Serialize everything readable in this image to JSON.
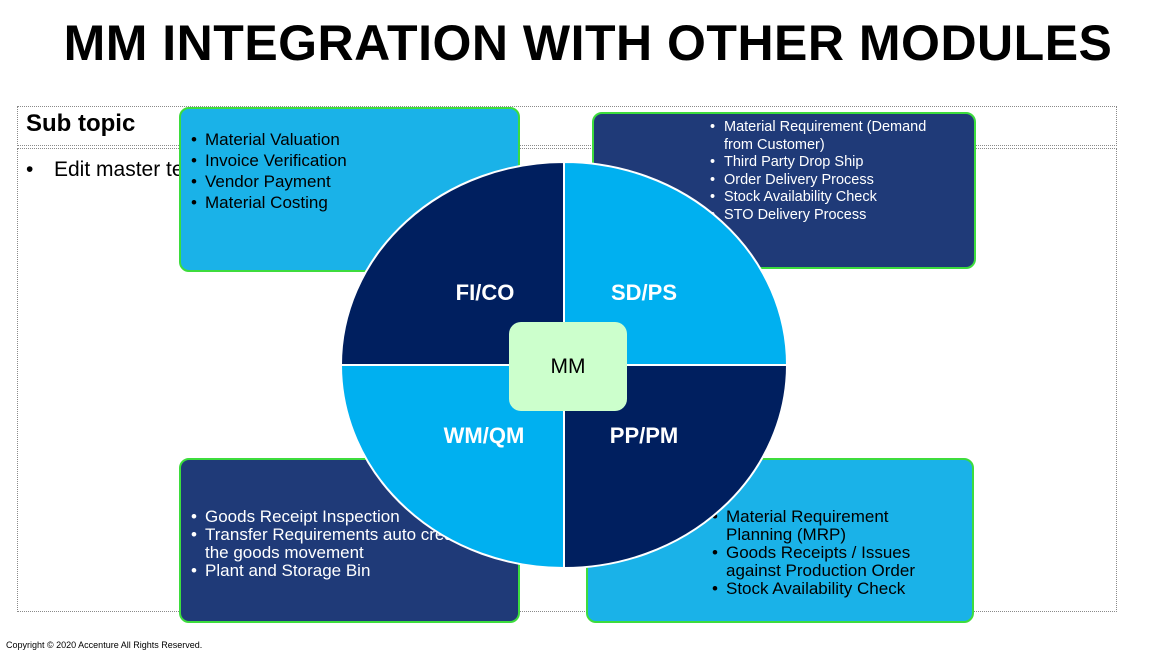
{
  "title": "MM INTEGRATION WITH OTHER MODULES",
  "placeholder": {
    "sub_topic": "Sub topic",
    "body_bullet": "•",
    "body_text": "Edit master text styles"
  },
  "wheel": {
    "center": "MM",
    "quadrants": {
      "fico": "FI/CO",
      "sdps": "SD/PS",
      "wmqm": "WM/QM",
      "ppmm": "PP/PM"
    },
    "colors": {
      "dark": "#001f5f",
      "light": "#00b0f0",
      "center": "#ccffcc"
    }
  },
  "boxes": {
    "fico": [
      "Material Valuation",
      "Invoice Verification",
      "Vendor Payment",
      "Material Costing"
    ],
    "sdps": [
      "Material Requirement (Demand from Customer)",
      "Third Party Drop Ship",
      "Order Delivery Process",
      "Stock Availability Check",
      "STO Delivery Process"
    ],
    "wmqm": [
      "Goods Receipt Inspection",
      "Transfer Requirements auto creation for the goods movement",
      "Plant and Storage Bin"
    ],
    "ppmm": [
      "Material Requirement Planning (MRP)",
      "Goods Receipts / Issues against Production Order",
      "Stock Availability Check"
    ]
  },
  "footer": {
    "copyright": "Copyright © 2020 Accenture All Rights Reserved."
  }
}
